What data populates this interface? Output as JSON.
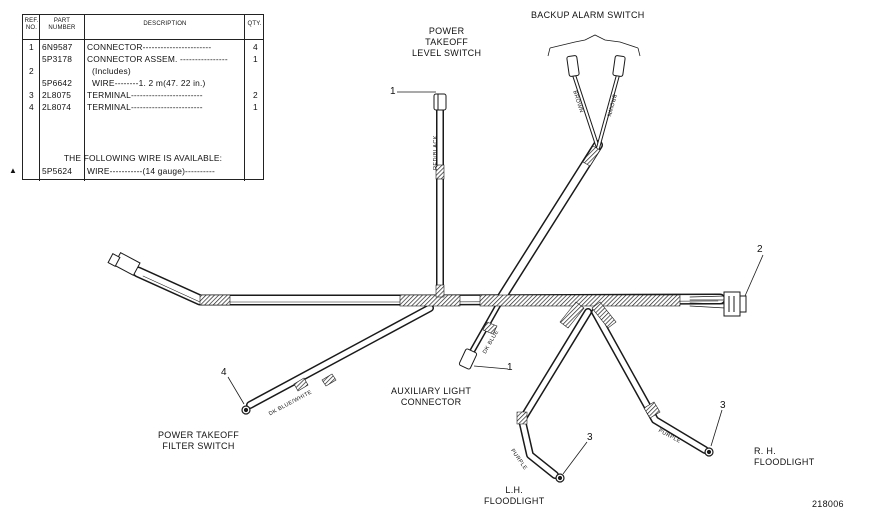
{
  "parts_table": {
    "headers": {
      "ref_no": "REF. NO.",
      "part_number": "PART NUMBER",
      "description": "DESCRIPTION",
      "qty": "QTY."
    },
    "rows": [
      {
        "ref": "1",
        "part": "6N9587",
        "desc": "CONNECTOR-----------------------",
        "qty": "4"
      },
      {
        "ref": "",
        "part": "5P3178",
        "desc": "CONNECTOR ASSEM. ----------------",
        "qty": "1"
      },
      {
        "ref": "2",
        "part": "",
        "desc": "  (Includes)",
        "qty": ""
      },
      {
        "ref": "",
        "part": "5P6642",
        "desc": "  WIRE--------1. 2 m(47. 22 in.)",
        "qty": ""
      },
      {
        "ref": "3",
        "part": "2L8075",
        "desc": "TERMINAL------------------------",
        "qty": "2"
      },
      {
        "ref": "4",
        "part": "2L8074",
        "desc": "TERMINAL------------------------",
        "qty": "1"
      }
    ],
    "note": "THE FOLLOWING WIRE IS AVAILABLE:",
    "note_row": {
      "marker": "▲",
      "part": "5P5624",
      "desc": "WIRE-----------(14 gauge)----------"
    }
  },
  "callouts": {
    "power_takeoff_level_switch": "POWER\nTAKEOFF\nLEVEL SWITCH",
    "backup_alarm_switch": "BACKUP ALARM SWITCH",
    "auxiliary_light_connector": "AUXILIARY LIGHT\nCONNECTOR",
    "power_takeoff_filter_switch": "POWER TAKEOFF\nFILTER SWITCH",
    "lh_floodlight": "L.H.\nFLOODLIGHT",
    "rh_floodlight": "R. H.\nFLOODLIGHT"
  },
  "ref_numbers": {
    "level_switch": "1",
    "main_connector": "2",
    "aux_connector": "1",
    "filter_switch": "4",
    "lh_terminal": "3",
    "rh_terminal": "3"
  },
  "wire_labels": {
    "red_black": "RED/BLACK",
    "brown_1": "BROWN",
    "brown_2": "BROWN",
    "dk_blue": "DK BLUE",
    "dk_blue_white": "DK BLUE/WHITE",
    "purple_lh": "PURPLE",
    "purple_rh": "PURPLE"
  },
  "figure_id": "218006"
}
